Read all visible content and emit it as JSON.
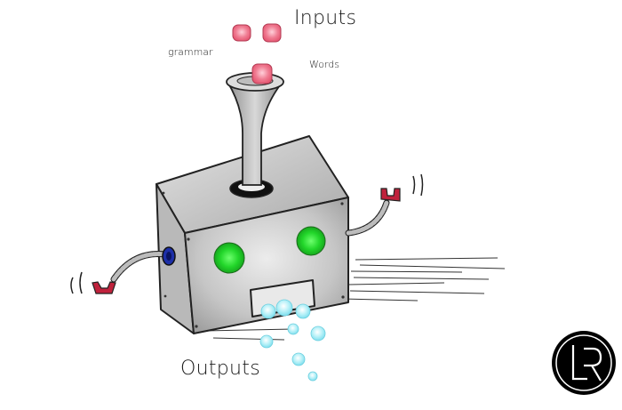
{
  "labels": {
    "inputs_title": "Inputs",
    "grammar": "grammar",
    "words": "Words",
    "outputs_title": "Outputs"
  },
  "logo": {
    "text": "LR"
  },
  "colors": {
    "input_cube": "#e8607a",
    "eye": "#22d62a",
    "output_bubble": "#8ee6f2",
    "claw": "#c0223c",
    "port": "#1d2fa8",
    "body": "#c9c9c9",
    "outline": "#222222"
  },
  "icons": [
    "input-cube-icon",
    "robot-eye-icon",
    "output-bubble-icon",
    "claw-icon",
    "port-icon"
  ]
}
